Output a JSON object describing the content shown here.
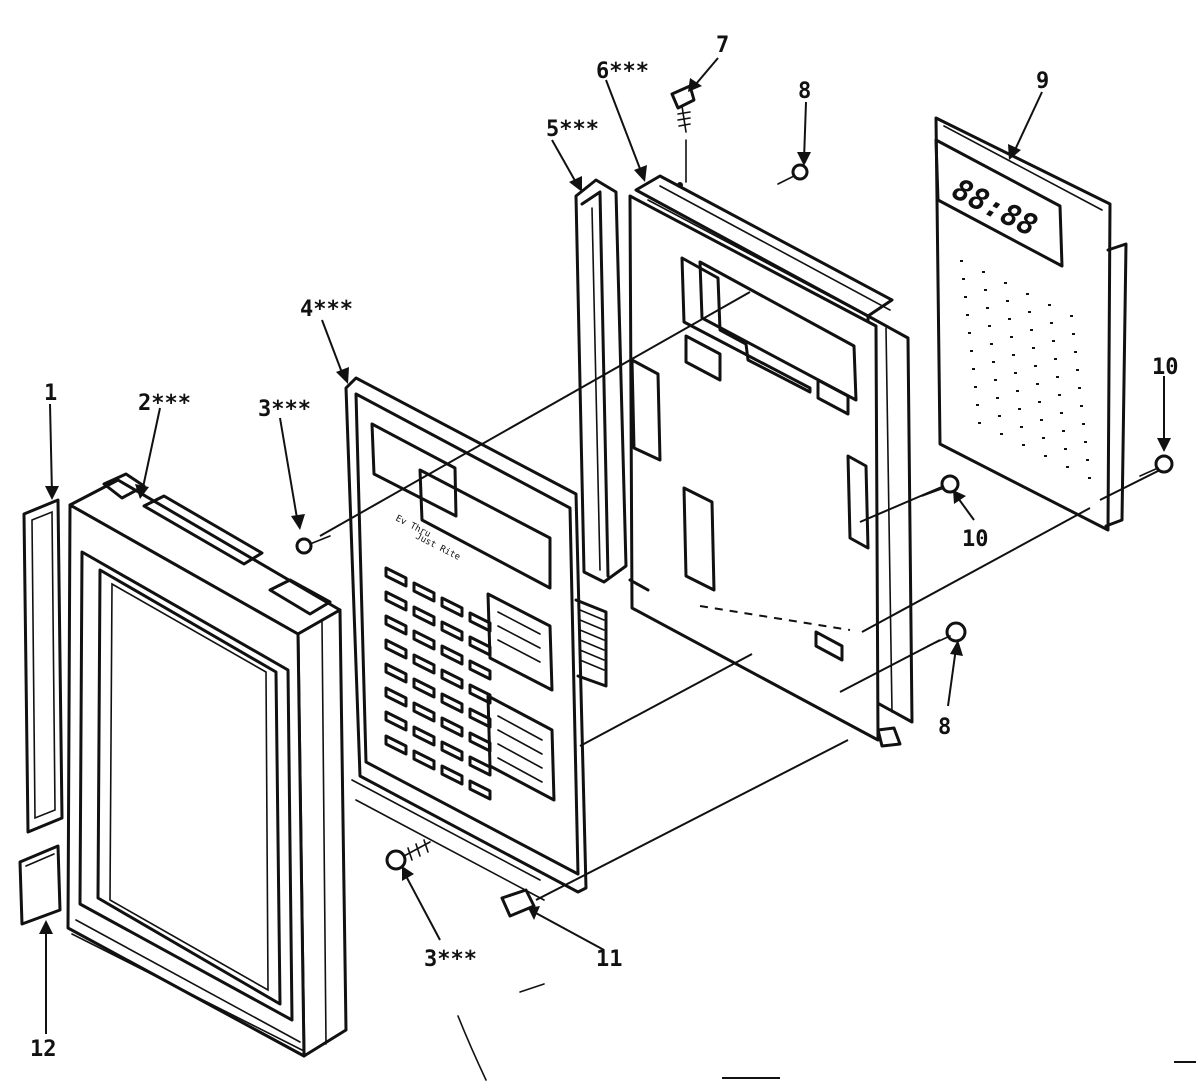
{
  "callouts": {
    "c1": "1",
    "c2": "2***",
    "c3a": "3***",
    "c3b": "3***",
    "c4": "4***",
    "c5": "5***",
    "c6": "6***",
    "c7": "7",
    "c8a": "8",
    "c8b": "8",
    "c9": "9",
    "c10a": "10",
    "c10b": "10",
    "c11": "11",
    "c12": "12"
  },
  "display_readout": "88:88"
}
